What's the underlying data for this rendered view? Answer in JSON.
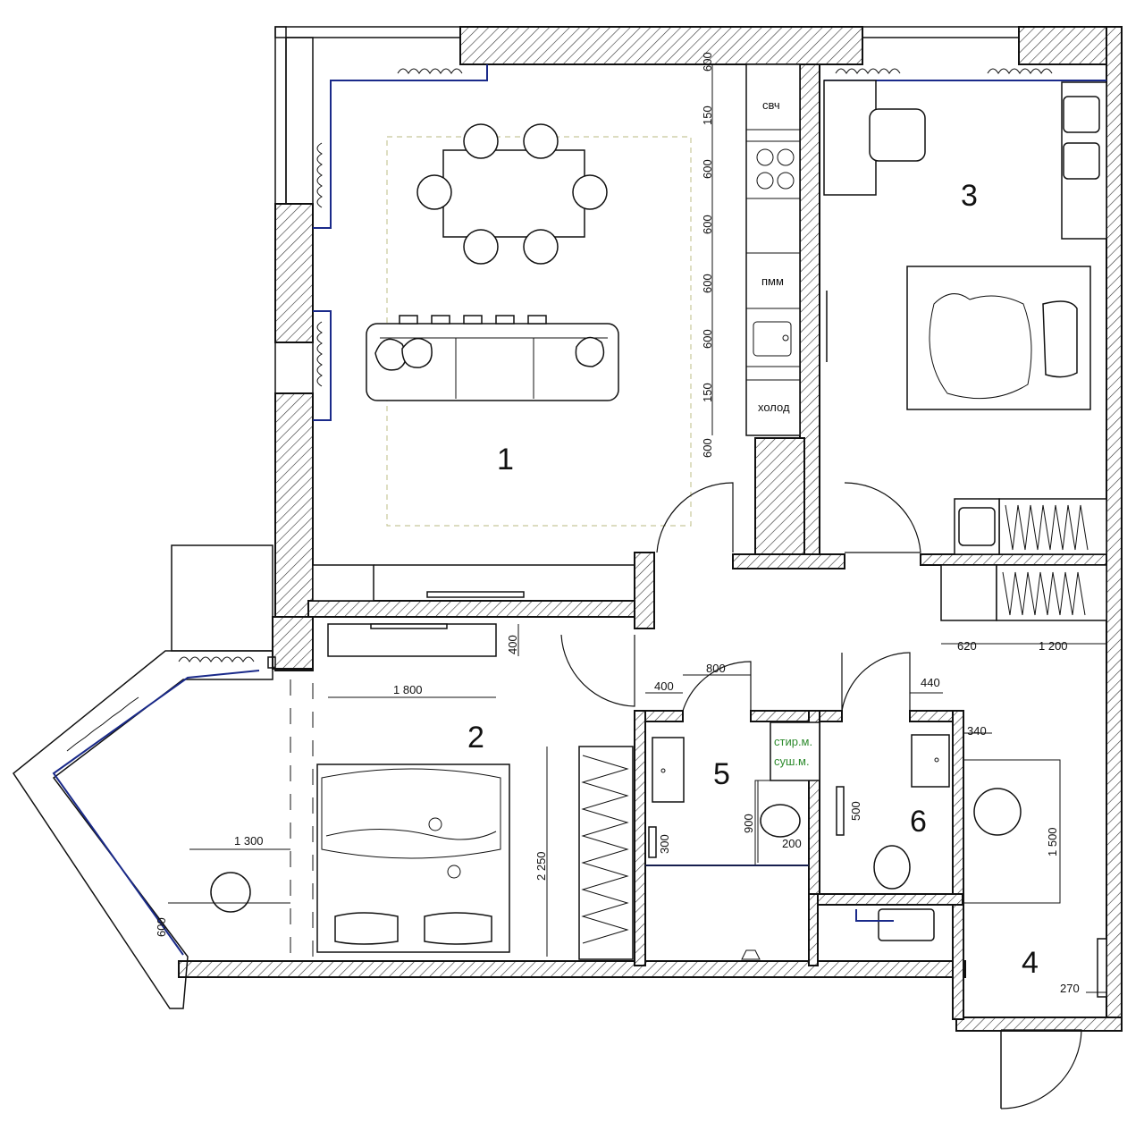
{
  "rooms": [
    "1",
    "2",
    "3",
    "4",
    "5",
    "6"
  ],
  "appliances": {
    "microwave": "свч",
    "dishwasher": "пмм",
    "fridge": "холод",
    "washer": "стир.м.",
    "dryer": "суш.м."
  },
  "kitchen_dims": [
    "600",
    "150",
    "600",
    "600",
    "600",
    "600",
    "150",
    "600"
  ],
  "dims": {
    "wardrobe_depth": "400",
    "wardrobe_width": "1 800",
    "hall_620": "620",
    "hall_1200": "1 200",
    "bath_400": "400",
    "bath_800": "800",
    "wc_440": "440",
    "wc_340": "340",
    "shower_1500": "1 500",
    "wc_500": "500",
    "bath_900": "900",
    "bath_200": "200",
    "bath_300": "300",
    "bed_2250": "2 250",
    "desk_1300": "1 300",
    "desk_600": "600",
    "entry_270": "270"
  },
  "colors": {
    "wall_line": "#111111",
    "window_line": "#1a2a8a",
    "label_green": "#2e8b2e",
    "rug": "#c8c89a"
  }
}
